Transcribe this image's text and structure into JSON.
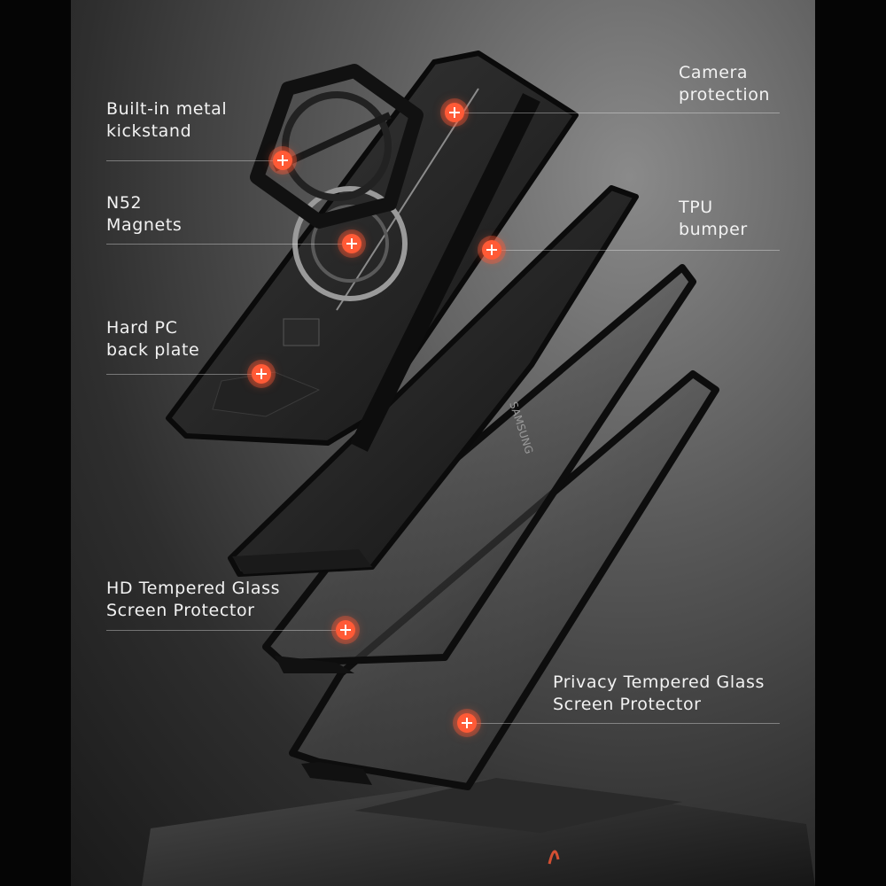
{
  "labels": {
    "kickstand": [
      "Built-in metal",
      "kickstand"
    ],
    "camera": [
      "Camera",
      "protection"
    ],
    "magnets": [
      "N52",
      "Magnets"
    ],
    "bumper": [
      "TPU",
      "bumper"
    ],
    "backplate": [
      "Hard PC",
      "back plate"
    ],
    "hd_glass": [
      "HD Tempered Glass",
      "Screen Protector"
    ],
    "privacy_glass": [
      "Privacy Tempered Glass",
      "Screen Protector"
    ]
  },
  "phone_brand": "SAMSUNG",
  "colors": {
    "accent": "#ff5a36",
    "text": "#f2f2f2"
  }
}
